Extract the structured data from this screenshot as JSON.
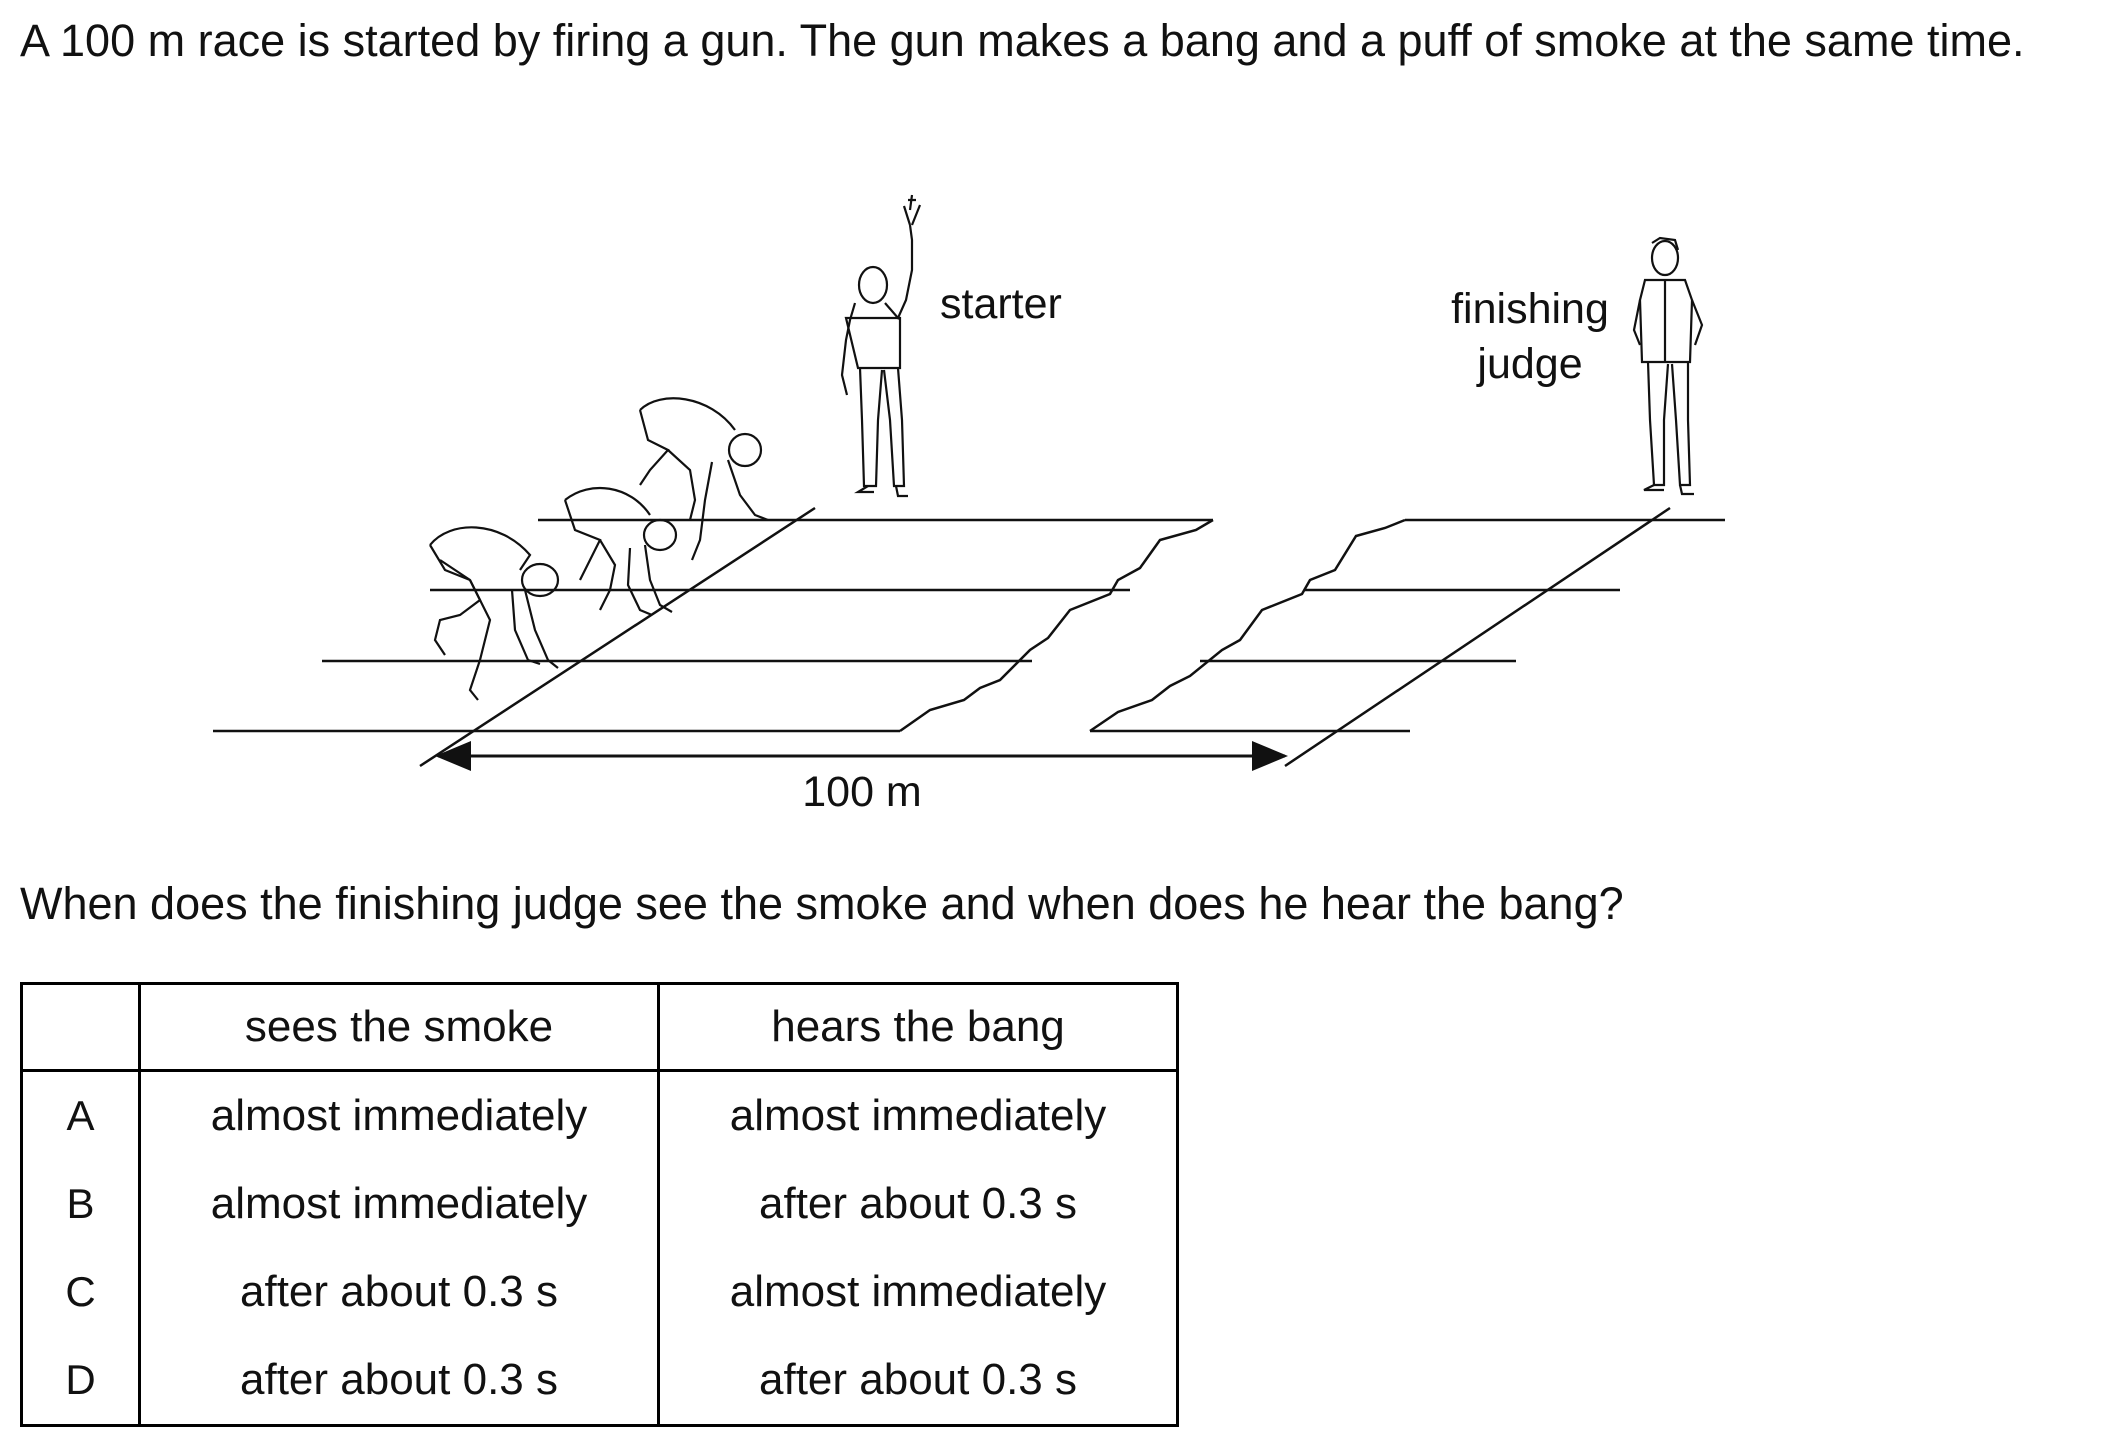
{
  "question": {
    "intro": "A 100 m race is started by firing a gun. The gun makes a bang and a puff of smoke at the same time.",
    "prompt": "When does the finishing judge see the smoke and when does he hear the bang?"
  },
  "figure": {
    "starter_label": "starter",
    "judge_label_line1": "finishing",
    "judge_label_line2": "judge",
    "distance_label": "100 m"
  },
  "table": {
    "headers": [
      "",
      "sees the smoke",
      "hears the bang"
    ],
    "rows": [
      {
        "letter": "A",
        "smoke": "almost immediately",
        "bang": "almost immediately"
      },
      {
        "letter": "B",
        "smoke": "almost immediately",
        "bang": "after about 0.3 s"
      },
      {
        "letter": "C",
        "smoke": "after about 0.3 s",
        "bang": "almost immediately"
      },
      {
        "letter": "D",
        "smoke": "after about 0.3 s",
        "bang": "after about 0.3 s"
      }
    ]
  }
}
